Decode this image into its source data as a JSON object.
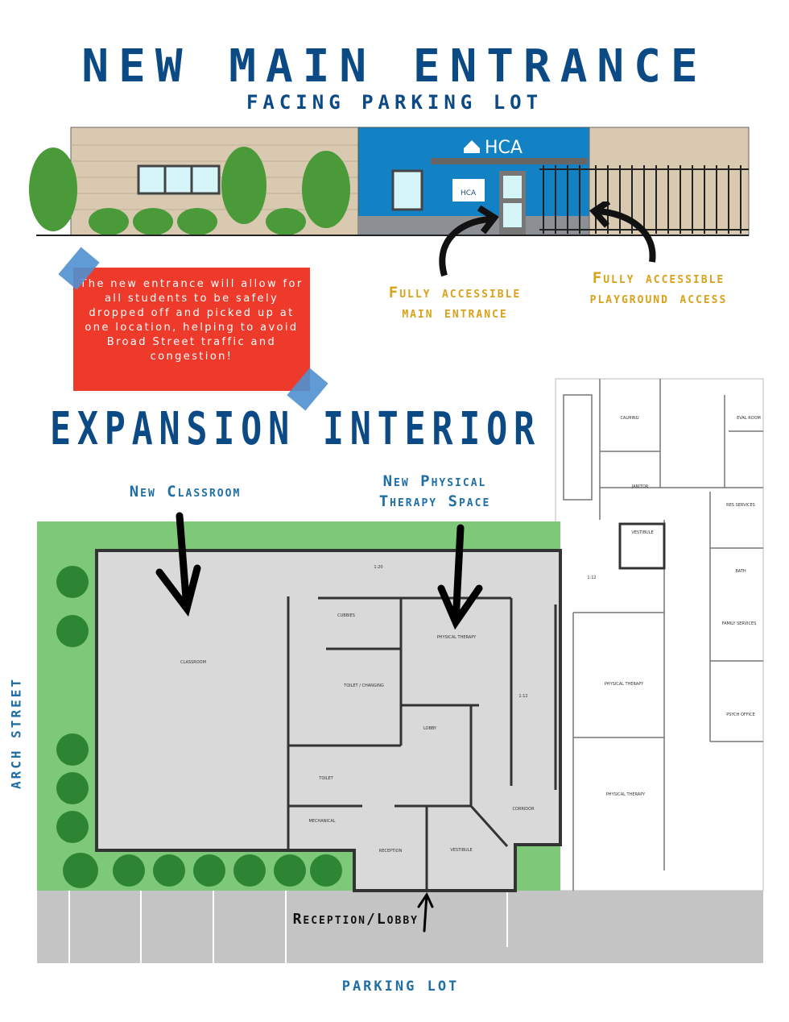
{
  "header": {
    "title": "NEW MAIN ENTRANCE",
    "subtitle": "FACING PARKING LOT"
  },
  "elevation": {
    "sign": "HCA",
    "small_sign": "HCA"
  },
  "note": {
    "text": "The new entrance will allow for all students to be safely dropped off and picked up at one location, helping to avoid Broad Street traffic and congestion!"
  },
  "callouts": {
    "main_entrance": [
      "Fully accessible",
      "main entrance"
    ],
    "playground": [
      "Fully accessible",
      "playground access"
    ],
    "classroom": "New Classroom",
    "therapy": [
      "New Physical",
      "Therapy Space"
    ],
    "reception": "Reception/Lobby"
  },
  "section2": {
    "title": "EXPANSION INTERIOR"
  },
  "plan": {
    "street": "ARCH STREET",
    "parking": "PARKING LOT",
    "rooms": [
      "CLASSROOM",
      "CUBBIES",
      "PHYSICAL THERAPY",
      "TOILET / CHANGING",
      "LOBBY",
      "TOILET",
      "MECHANICAL",
      "RECEPTION",
      "VESTIBULE",
      "CORRIDOR"
    ],
    "existing_rooms": [
      "CALMING",
      "EVAL ROOM",
      "JANITOR",
      "RES SERVICES",
      "VESTIBULE",
      "BATH",
      "FAMILY SERVICES",
      "PHYSICAL THERAPY",
      "PSYCH OFFICE",
      "PHYSICAL THERAPY"
    ],
    "dims": [
      "1:20",
      "1:12",
      "1:12"
    ]
  },
  "colors": {
    "navy": "#0c4a86",
    "gold": "#d9a21b",
    "red": "#ee3a2b",
    "building_blue": "#1282c4",
    "grass": "#7ec87a"
  }
}
